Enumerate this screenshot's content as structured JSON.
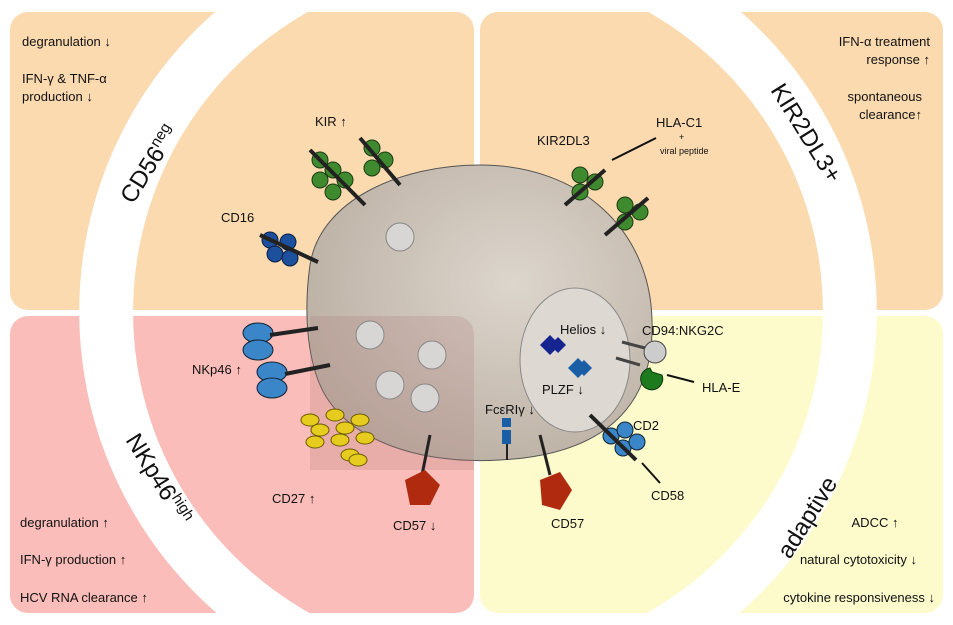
{
  "colors": {
    "tl": "#fbdab0",
    "tr": "#fbdab0",
    "bl": "#fbbdb9",
    "br": "#fdfbcc",
    "cell": "#c9bfb4",
    "kir": "#3f8a2e",
    "cd16": "#1c4f9c",
    "nkp46": "#3a86c8",
    "cd27": "#e6cc1e",
    "cd57": "#b02a10"
  },
  "ring_labels": {
    "tl": "CD56",
    "tl_sup": "neg",
    "tr": "KIR2DL3+",
    "bl": "NKp46",
    "bl_sup": "high",
    "br": "adaptive"
  },
  "tl": {
    "l1": "degranulation ↓",
    "l2": "IFN-γ & TNF-α",
    "l3": "production ↓",
    "kir": "KIR ↑",
    "cd16": "CD16"
  },
  "tr": {
    "l1": "IFN-α treatment",
    "l2": "response ↑",
    "l3": "spontaneous",
    "l4": "clearance↑",
    "kir2dl3": "KIR2DL3",
    "hla": "HLA-C1",
    "plus": "+",
    "viral": "viral peptide"
  },
  "bl": {
    "l1": "degranulation ↑",
    "l2": "IFN-γ production ↑",
    "l3": "HCV RNA clearance ↑",
    "nkp46": "NKp46 ↑",
    "cd27": "CD27 ↑",
    "cd57": "CD57 ↓"
  },
  "br": {
    "l1": "ADCC ↑",
    "l2": "natural cytotoxicity ↓",
    "l3": "cytokine responsiveness ↓",
    "helios": "Helios ↓",
    "plzf": "PLZF ↓",
    "cd94": "CD94:NKG2C",
    "hlae": "HLA-E",
    "fc": "FcεRIγ ↓",
    "cd2": "CD2",
    "cd58": "CD58",
    "cd57": "CD57"
  }
}
